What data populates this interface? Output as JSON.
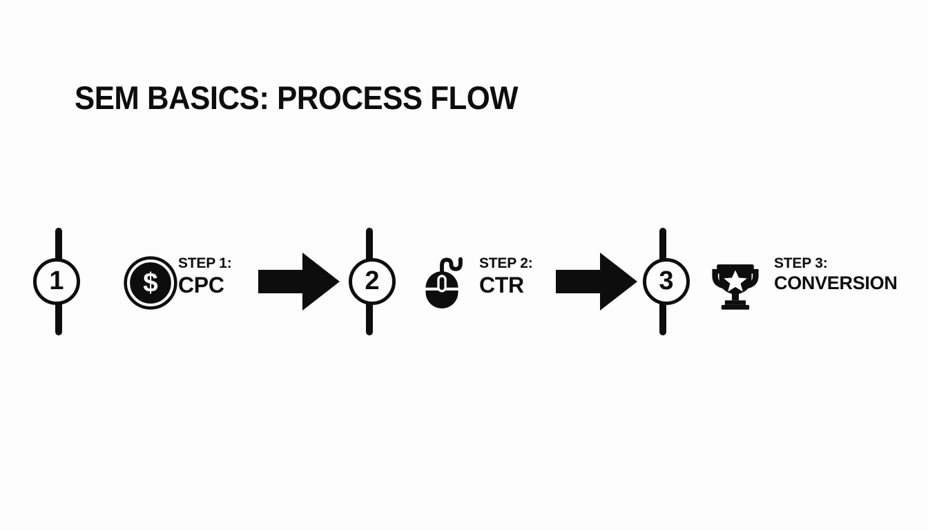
{
  "slide": {
    "title": "SEM BASICS: PROCESS FLOW",
    "background_color": "#fdfdfd",
    "ink_color": "#0d0d0d"
  },
  "flow": {
    "steps": [
      {
        "number": "1",
        "kicker": "STEP 1:",
        "label": "CPC",
        "icon": "dollar-coin-icon"
      },
      {
        "number": "2",
        "kicker": "STEP 2:",
        "label": "CTR",
        "icon": "computer-mouse-icon"
      },
      {
        "number": "3",
        "kicker": "STEP 3:",
        "label": "CONVERSION",
        "icon": "trophy-star-icon"
      }
    ],
    "connectors": [
      {
        "icon": "arrow-right-icon"
      },
      {
        "icon": "arrow-right-icon"
      }
    ]
  }
}
